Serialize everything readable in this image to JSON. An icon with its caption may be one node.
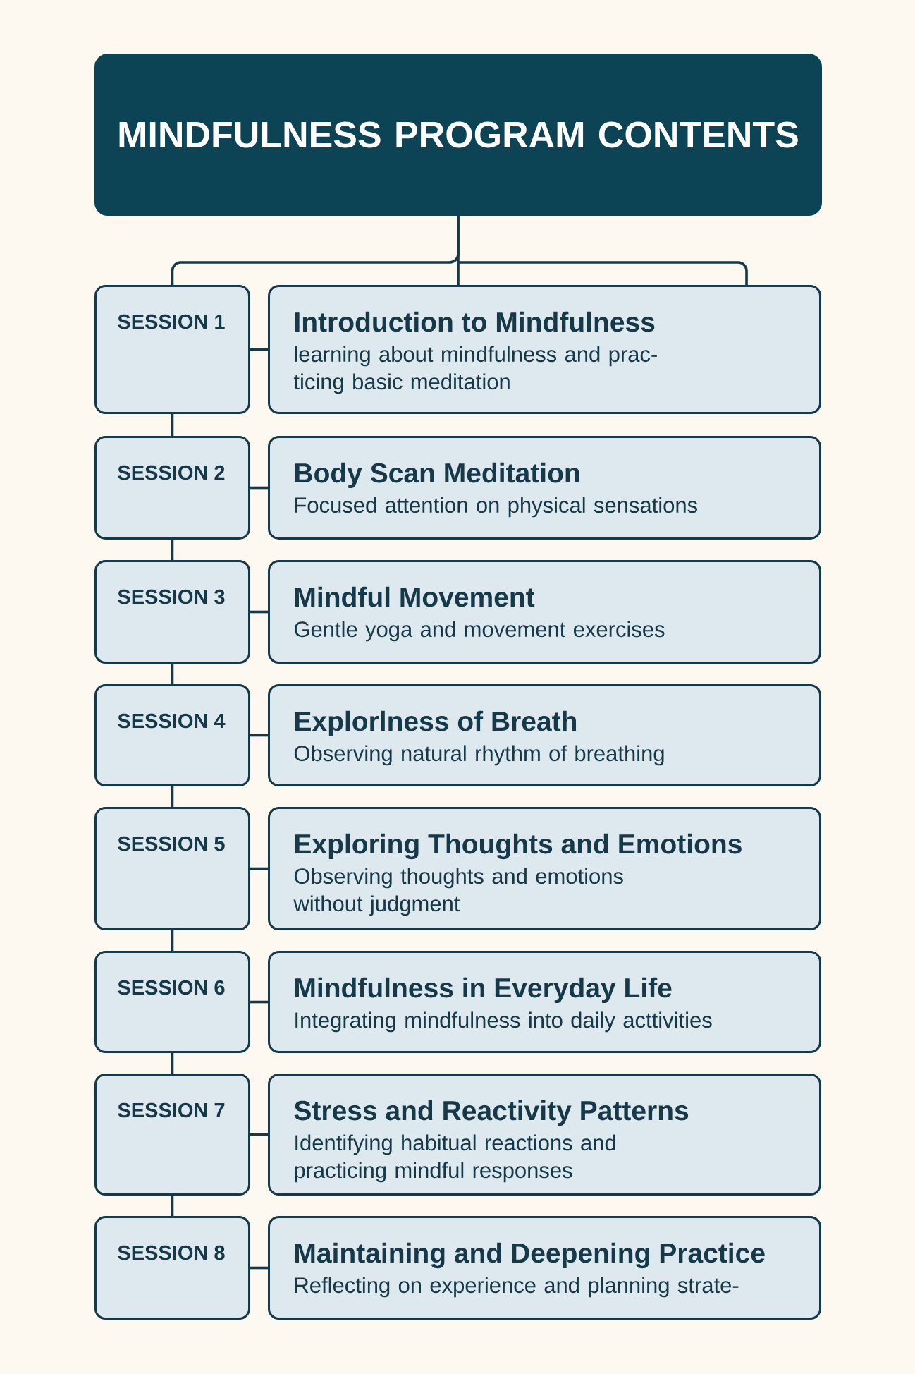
{
  "diagram": {
    "nodes": [
      {
        "text": [
          "MINDFULNESS PROGRAM CONTENTS"
        ]
      },
      {
        "text": [
          "SESSION 1"
        ]
      },
      {
        "text": [
          "Introduction to Mindfulness",
          "learning about mindfulness and prac- ticing basic meditation"
        ]
      },
      {
        "text": [
          "SESSION 2"
        ]
      },
      {
        "text": [
          "Body Scan Meditation",
          "Focused attention on physical sensations"
        ]
      },
      {
        "text": [
          "SESSION 3"
        ]
      },
      {
        "text": [
          "Mindful Movement",
          "Gentle yoga and movement exercises"
        ]
      },
      {
        "text": [
          "SESSION 4"
        ]
      },
      {
        "text": [
          "Explorlness of Breath",
          "Observing natural rhythm of breathing"
        ]
      },
      {
        "text": [
          "SESSION 5"
        ]
      },
      {
        "text": [
          "Exploring Thoughts and Emotions",
          "Observing thoughts and emotions without judgment"
        ]
      },
      {
        "text": [
          "SESSION 6"
        ]
      },
      {
        "text": [
          "Mindfulness in Everyday Life",
          "Integrating mindfulness into daily acttivities"
        ]
      },
      {
        "text": [
          "SESSION 7"
        ]
      },
      {
        "text": [
          "Stress and Reactivity Patterns",
          "Identifying habitual reactions and practicing mindful responses"
        ]
      },
      {
        "text": [
          "SESSION 8"
        ]
      },
      {
        "text": [
          "Maintaining and Deepening Practice",
          "Reflecting on experience and planning strate-"
        ]
      }
    ],
    "edges": [
      {
        "from": 0,
        "to": 1,
        "arrow": "none"
      },
      {
        "from": 0,
        "to": 2,
        "arrow": "none"
      },
      {
        "from": 1,
        "to": 2,
        "arrow": "none"
      },
      {
        "from": 1,
        "to": 3,
        "arrow": "none"
      },
      {
        "from": 3,
        "to": 4,
        "arrow": "none"
      },
      {
        "from": 3,
        "to": 5,
        "arrow": "none"
      },
      {
        "from": 5,
        "to": 6,
        "arrow": "none"
      },
      {
        "from": 5,
        "to": 7,
        "arrow": "none"
      },
      {
        "from": 7,
        "to": 8,
        "arrow": "none"
      },
      {
        "from": 7,
        "to": 9,
        "arrow": "none"
      },
      {
        "from": 9,
        "to": 10,
        "arrow": "none"
      },
      {
        "from": 9,
        "to": 11,
        "arrow": "none"
      },
      {
        "from": 11,
        "to": 12,
        "arrow": "none"
      },
      {
        "from": 11,
        "to": 13,
        "arrow": "none"
      },
      {
        "from": 13,
        "to": 14,
        "arrow": "none"
      },
      {
        "from": 13,
        "to": 15,
        "arrow": "none"
      },
      {
        "from": 15,
        "to": 16,
        "arrow": "none"
      }
    ]
  }
}
